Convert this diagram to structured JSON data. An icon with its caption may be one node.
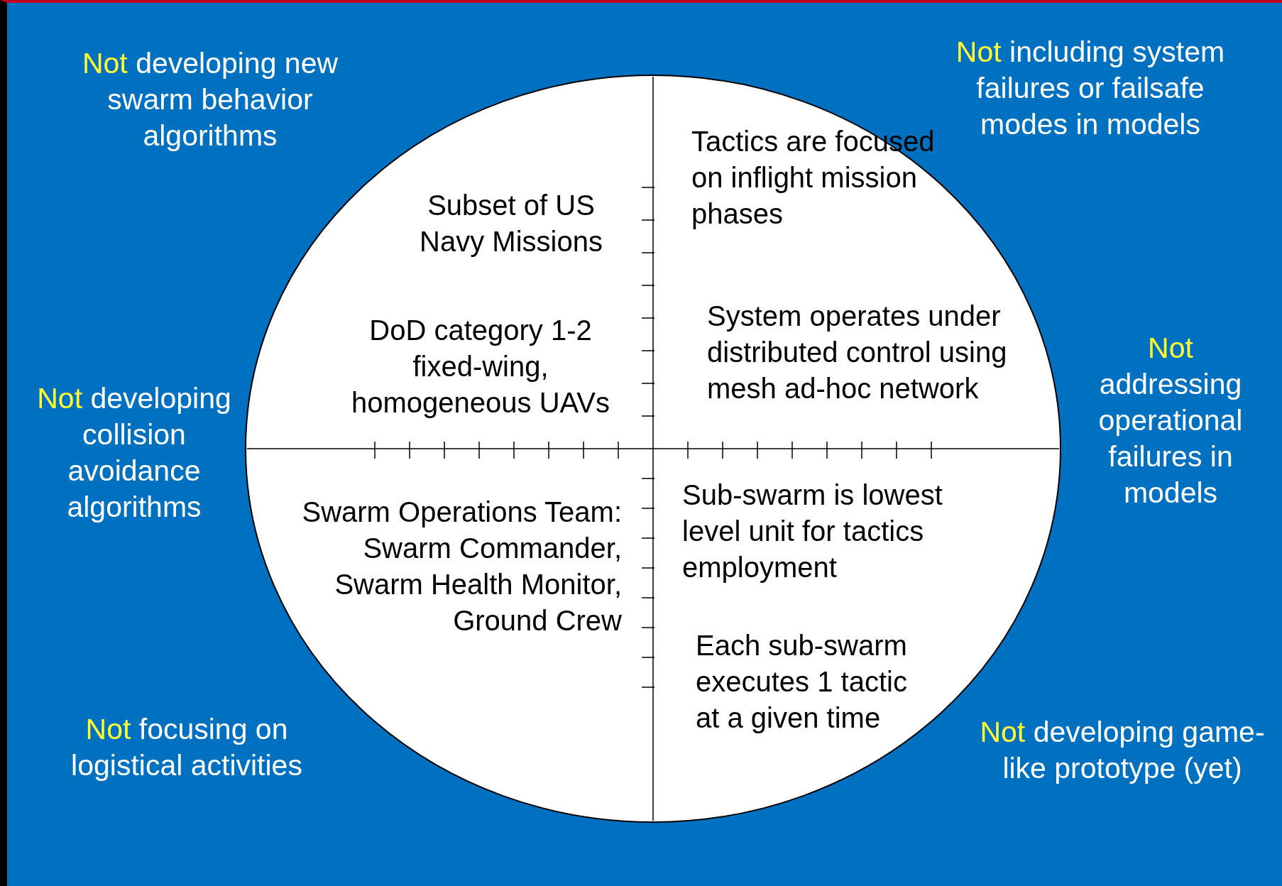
{
  "diagram": {
    "nodes": [
      {
        "text": [
          "Subset of US Navy Missions",
          "DoD category 1-2 fixed-wing, homogeneous UAVs",
          "Tactics are focused on inflight mission phases",
          "System operates under distributed control using mesh ad-hoc network",
          "Swarm Operations Team: Swarm Commander, Swarm Health Monitor, Ground Crew",
          "Sub-swarm is lowest level unit for tactics employment",
          "Each sub-swarm executes 1 tactic at a given time"
        ]
      }
    ],
    "labels": [
      "Not developing new swarm behavior algorithms",
      "Not including system failures or failsafe modes in models",
      "Not developing collision avoidance algorithms",
      "Not addressing operational failures in models",
      "Not focusing on logistical activities",
      "Not developing game-like prototype (yet)"
    ]
  }
}
